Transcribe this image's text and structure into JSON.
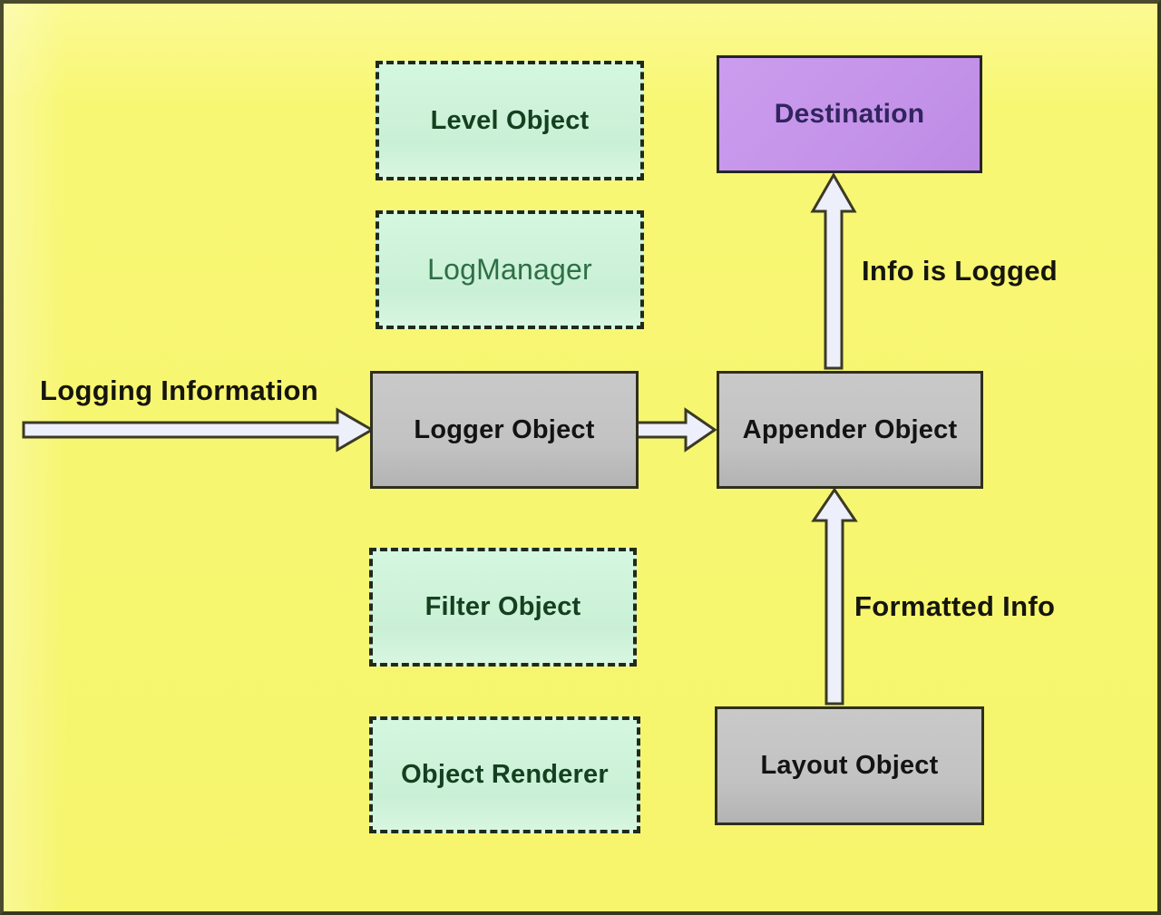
{
  "nodes": {
    "level_object": {
      "label": "Level Object"
    },
    "log_manager": {
      "label": "LogManager"
    },
    "destination": {
      "label": "Destination"
    },
    "logger_object": {
      "label": "Logger Object"
    },
    "appender_object": {
      "label": "Appender Object"
    },
    "filter_object": {
      "label": "Filter Object"
    },
    "object_renderer": {
      "label": "Object Renderer"
    },
    "layout_object": {
      "label": "Layout Object"
    }
  },
  "edges": {
    "logging_information": {
      "label": "Logging Information"
    },
    "info_is_logged": {
      "label": "Info is Logged"
    },
    "formatted_info": {
      "label": "Formatted Info"
    }
  },
  "colors": {
    "background_yellow": "#f8f774",
    "frame_border": "#4a4a2c",
    "mint_fill": "#cdf3d9",
    "dashed_border": "#202a1c",
    "dark_green_text": "#14401f",
    "logmanager_text": "#2f6e46",
    "gray_fill": "#c2c2c2",
    "purple_fill": "#c493e9",
    "purple_text": "#32245e",
    "black_text": "#131313",
    "arrow_fill": "#edeffa",
    "arrow_stroke": "#3a3a26"
  }
}
